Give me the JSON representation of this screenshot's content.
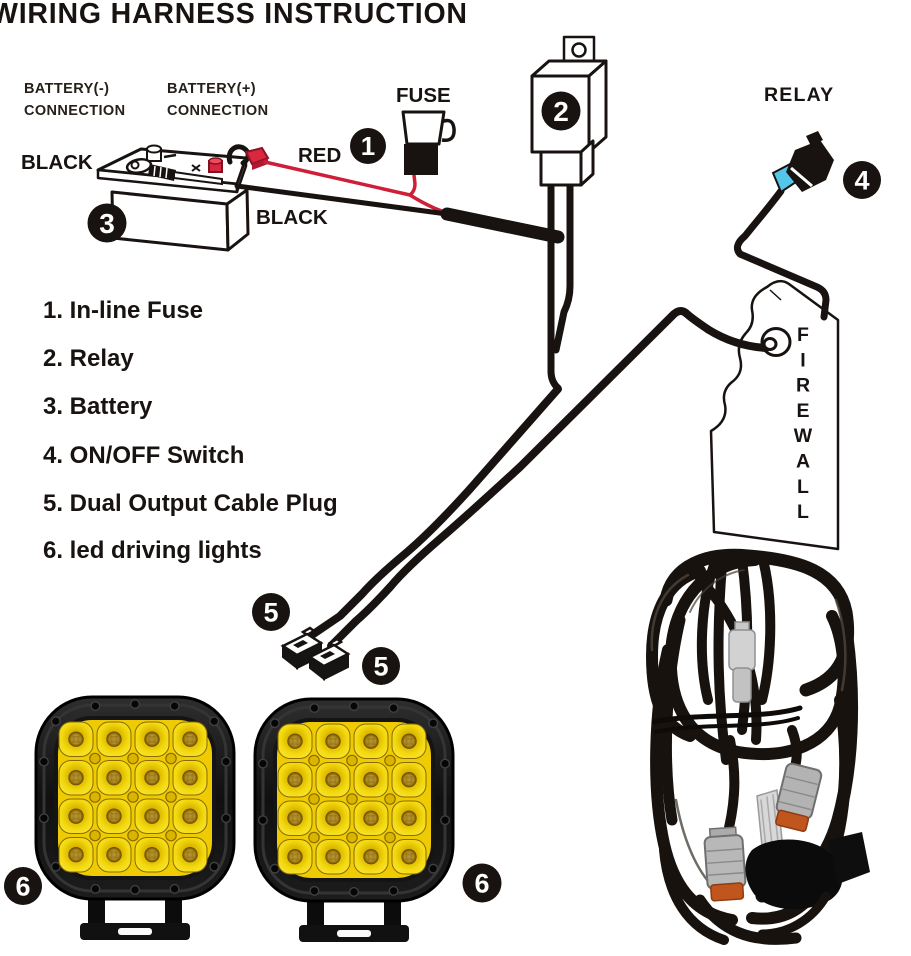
{
  "title": "WIRING HARNESS INSTRUCTION",
  "labels": {
    "battery_neg_line1": "BATTERY(-)",
    "battery_neg_line2": "CONNECTION",
    "battery_pos_line1": "BATTERY(+)",
    "battery_pos_line2": "CONNECTION",
    "black_upper": "BLACK",
    "red": "RED",
    "black_lower": "BLACK",
    "fuse": "FUSE",
    "relay": "RELAY",
    "firewall": "FIREWALL"
  },
  "callouts": {
    "inline_fuse": "1",
    "relay": "2",
    "battery": "3",
    "switch": "4",
    "plug_upper": "5",
    "plug_lower": "5",
    "light_left": "6",
    "light_right": "6"
  },
  "legend": {
    "items": [
      "1. In-line Fuse",
      "2. Relay",
      "3. Battery",
      "4. ON/OFF Switch",
      "5. Dual Output Cable Plug",
      "6. led driving lights"
    ]
  },
  "colors": {
    "ink": "#181310",
    "wire_red": "#cf1f38",
    "switch_accent": "#54c6ea",
    "lens_yellow": "#eecb02",
    "connector_orange": "#c0551e"
  }
}
